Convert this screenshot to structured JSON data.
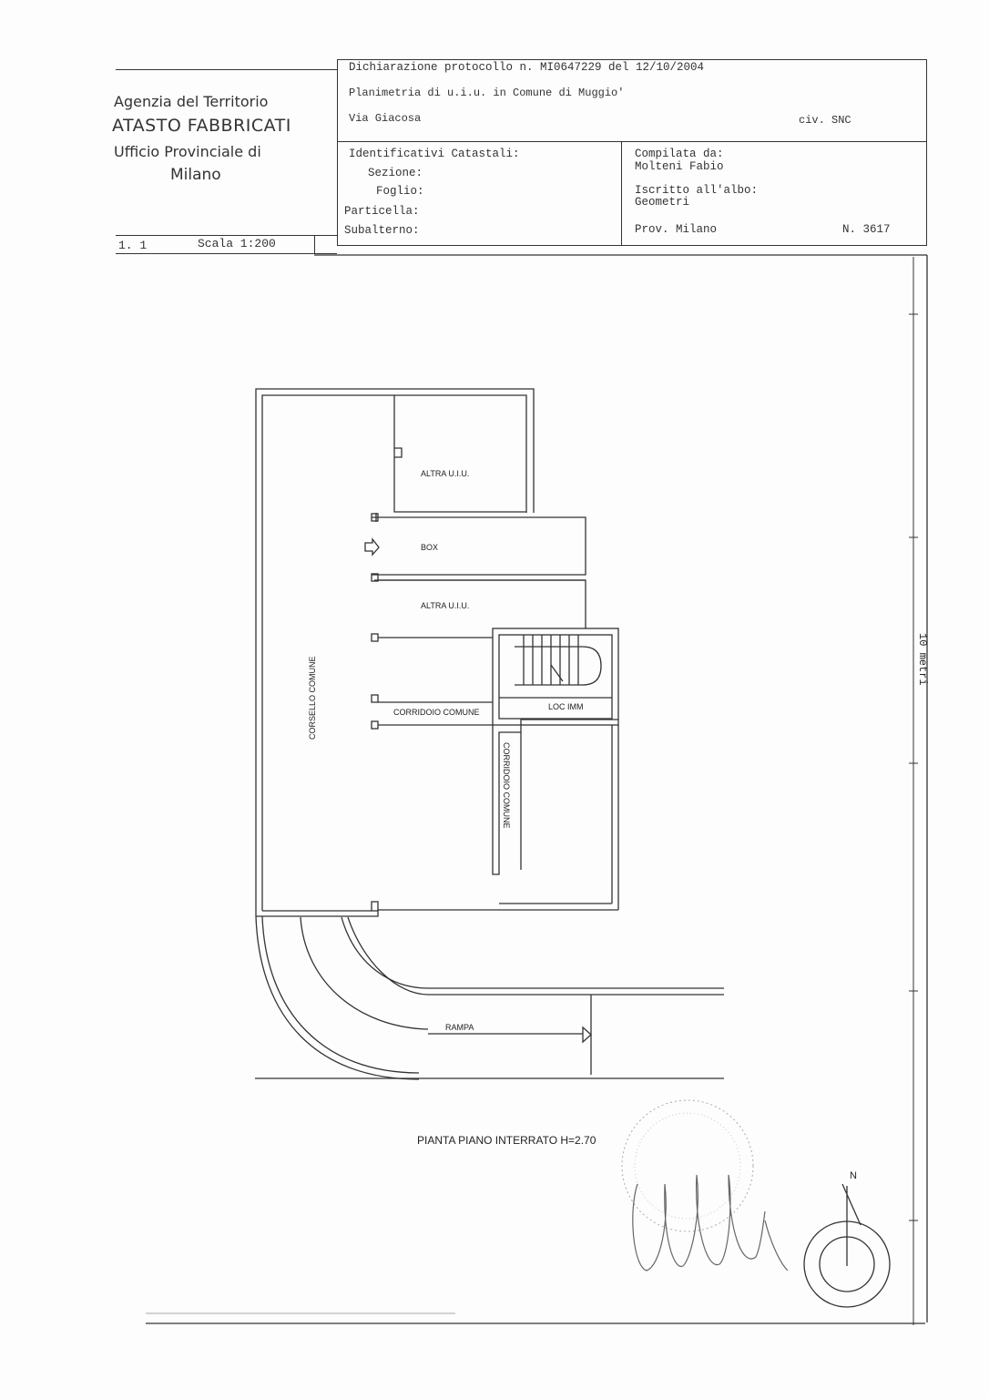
{
  "agency": {
    "line1": "Agenzia del Territorio",
    "line2": "ATASTO FABBRICATI",
    "line3": "Ufficio Provinciale di",
    "line4": "Milano"
  },
  "sheet": {
    "number": "1. 1",
    "scale": "Scala 1:200"
  },
  "header": {
    "dichiarazione": "Dichiarazione protocollo n. MI0647229 del 12/10/2004",
    "planimetria": "Planimetria di u.i.u. in Comune di Muggio'",
    "via": "Via Giacosa",
    "civ": "civ. SNC"
  },
  "identificativi": {
    "title": "Identificativi Catastali:",
    "sezione": "Sezione:",
    "foglio": "Foglio:",
    "particella": "Particella:",
    "subalterno": "Subalterno:"
  },
  "compilata": {
    "label": "Compilata da:",
    "name": "Molteni Fabio",
    "iscritto": "Iscritto all'albo:",
    "albo": "Geometri",
    "prov": "Prov. Milano",
    "numero": "N. 3617"
  },
  "scale_bar": "10 metri",
  "plan": {
    "altra_uiu_1": "ALTRA U.I.U.",
    "box": "BOX",
    "altra_uiu_2": "ALTRA U.I.U.",
    "corsello": "CORSELLO COMUNE",
    "corridoio_h": "CORRIDOIO COMUNE",
    "corridoio_v": "CORRIDOIO COMUNE",
    "loc_imm": "LOC IMM",
    "rampa": "RAMPA",
    "caption": "PIANTA PIANO INTERRATO H=2.70",
    "north": "N"
  }
}
